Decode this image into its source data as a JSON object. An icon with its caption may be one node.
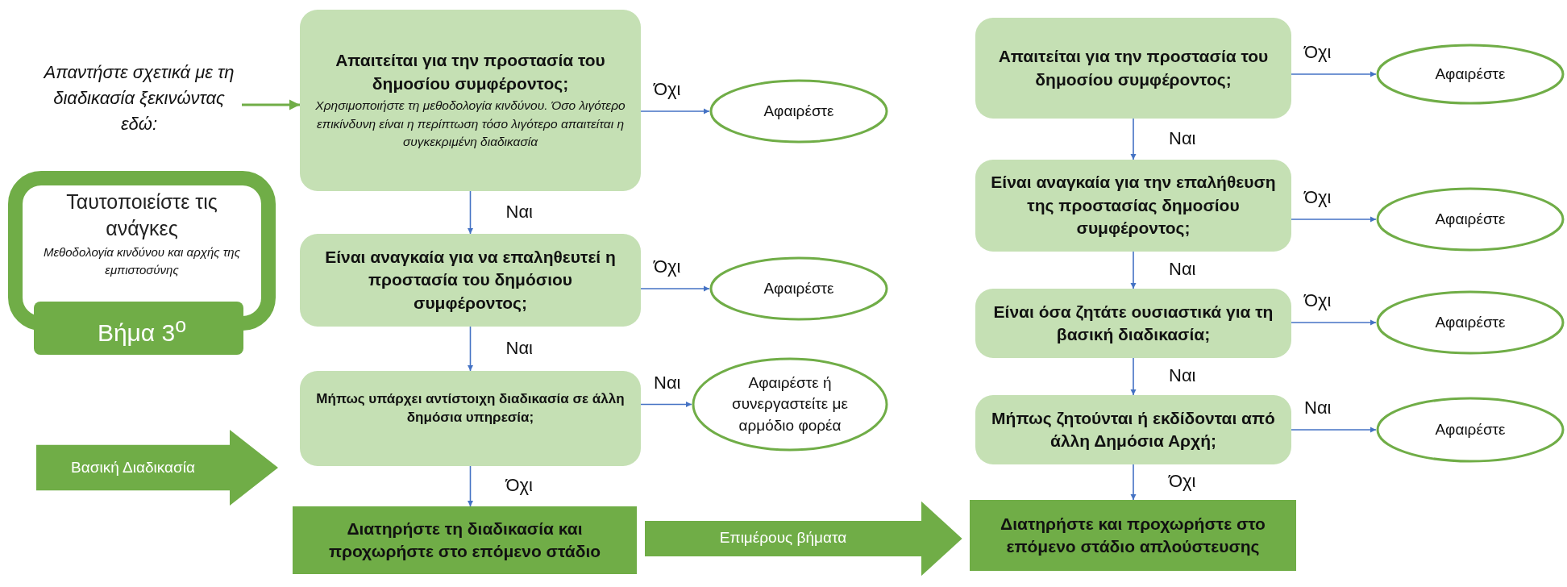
{
  "diagram": {
    "nodes": [
      {
        "text": [
          "Απαντήστε σχετικά με τη διαδικασία ξεκινώντας εδώ:"
        ]
      },
      {
        "text": [
          "Ταυτοποιείστε τις ανάγκες",
          "Μεθοδολογία κινδύνου και αρχής της εμπιστοσύνης",
          "Βήμα 3$^{ο}$"
        ]
      },
      {
        "text": [
          "Βασική Διαδικασία"
        ]
      },
      {
        "text": [
          "Απαιτείται για την προστασία του δημοσίου συμφέροντος;",
          "Χρησιμοποιήστε τη μεθοδολογία κινδύνου. Όσο λιγότερο επικίνδυνη είναι η περίπτωση τόσο λιγότερο απαιτείται η συγκεκριμένη διαδικασία"
        ]
      },
      {
        "text": [
          "Αφαιρέστε"
        ]
      },
      {
        "text": [
          "Είναι αναγκαία για να επαληθευτεί η προστασία του δημόσιου συμφέροντος;"
        ]
      },
      {
        "text": [
          "Αφαιρέστε"
        ]
      },
      {
        "text": [
          "Μήπως υπάρχει αντίστοιχη διαδικασία σε άλλη δημόσια υπηρεσία;"
        ]
      },
      {
        "text": [
          "Αφαιρέστε ή συνεργαστείτε με αρμόδιο φορέα"
        ]
      },
      {
        "text": [
          "Διατηρήστε τη διαδικασία και προχωρήστε στο επόμενο στάδιο"
        ]
      },
      {
        "text": [
          "Απαιτείται για την προστασία του δημοσίου συμφέροντος;"
        ]
      },
      {
        "text": [
          "Αφαιρέστε"
        ]
      },
      {
        "text": [
          "Είναι αναγκαία για την επαλήθευση της προστασίας δημοσίου συμφέροντος;"
        ]
      },
      {
        "text": [
          "Αφαιρέστε"
        ]
      },
      {
        "text": [
          "Είναι όσα ζητάτε ουσιαστικά για τη βασική διαδικασία;"
        ]
      },
      {
        "text": [
          "Αφαιρέστε"
        ]
      },
      {
        "text": [
          "Μήπως ζητούνται ή εκδίδονται από άλλη Δημόσια Αρχή;"
        ]
      },
      {
        "text": [
          "Αφαιρέστε"
        ]
      },
      {
        "text": [
          "Διατηρήστε και προχωρήστε στο επόμενο στάδιο απλούστευσης"
        ]
      }
    ],
    "edges": [
      {
        "from": 0,
        "to": 3,
        "arrow": "to",
        "color": "#70ad47"
      },
      {
        "from": 3,
        "to": 4,
        "arrow": "to",
        "label": "Όχι"
      },
      {
        "from": 3,
        "to": 5,
        "arrow": "to",
        "label": "Ναι"
      },
      {
        "from": 5,
        "to": 6,
        "arrow": "to",
        "label": "Όχι"
      },
      {
        "from": 5,
        "to": 7,
        "arrow": "to",
        "label": "Ναι"
      },
      {
        "from": 7,
        "to": 8,
        "arrow": "to",
        "label": "Ναι"
      },
      {
        "from": 7,
        "to": 9,
        "arrow": "to",
        "label": "Όχι"
      },
      {
        "from": 9,
        "to": 18,
        "arrow": "to",
        "label": "Επιμέρους βήματα",
        "style": "thick",
        "color": "#70ad47"
      },
      {
        "from": 10,
        "to": 11,
        "arrow": "to",
        "label": "Όχι"
      },
      {
        "from": 10,
        "to": 12,
        "arrow": "to",
        "label": "Ναι"
      },
      {
        "from": 12,
        "to": 13,
        "arrow": "to",
        "label": "Όχι"
      },
      {
        "from": 12,
        "to": 14,
        "arrow": "to",
        "label": "Ναι"
      },
      {
        "from": 14,
        "to": 15,
        "arrow": "to",
        "label": "Όχι"
      },
      {
        "from": 14,
        "to": 16,
        "arrow": "to",
        "label": "Ναι"
      },
      {
        "from": 16,
        "to": 17,
        "arrow": "to",
        "label": "Ναι"
      },
      {
        "from": 16,
        "to": 18,
        "arrow": "to",
        "label": "Όχι"
      }
    ]
  }
}
